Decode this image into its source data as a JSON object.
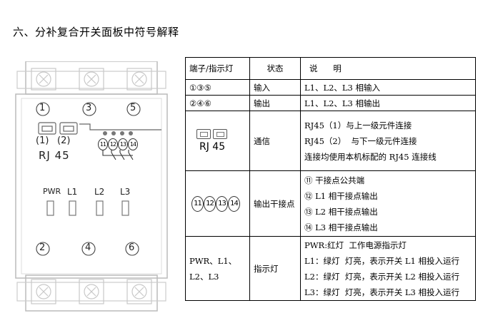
{
  "heading": "六、分补复合开关面板中符号解释",
  "device": {
    "top_terminals": [
      "1",
      "3",
      "5"
    ],
    "bottom_terminals": [
      "2",
      "4",
      "6"
    ],
    "rj_ports": [
      "(1)",
      "(2)"
    ],
    "rj_label": "RJ 45",
    "dry_contacts": [
      "11",
      "12",
      "13",
      "14"
    ],
    "indicators": [
      "PWR",
      "L1",
      "L2",
      "L3"
    ]
  },
  "table": {
    "headers": [
      "端子/指示灯",
      "状态",
      "说      明"
    ],
    "rows": [
      {
        "terminal": "①③⑤",
        "state": "输入",
        "desc": [
          "L1、L2、L3 相输入"
        ]
      },
      {
        "terminal": "②④⑥",
        "state": "输出",
        "desc": [
          "L1、L2、L3 相输出"
        ]
      },
      {
        "terminal_label": "RJ 45",
        "state": "通信",
        "desc": [
          "RJ45（1）与上一级元件连接",
          "RJ45（2）  与下一级元件连接",
          "连接均使用本机标配的 RJ45 连接线"
        ]
      },
      {
        "terminal_circles": [
          "11",
          "12",
          "13",
          "14"
        ],
        "state": "输出干接点",
        "desc": [
          "⑪ 干接点公共端",
          "⑫ L1 相干接点输出",
          "⑬ L2 相干接点输出",
          "⑭ L3 相干接点输出"
        ]
      },
      {
        "terminal": "PWR、L1、L2、L3",
        "state": "指示灯",
        "desc": [
          "PWR:红灯  工作电源指示灯",
          "L1：绿灯  灯亮，表示开关 L1 相投入运行",
          "L2：绿灯  灯亮，表示开关 L2 相投入运行",
          "L3：绿灯  灯亮，表示开关 L3 相投入运行"
        ]
      }
    ]
  }
}
